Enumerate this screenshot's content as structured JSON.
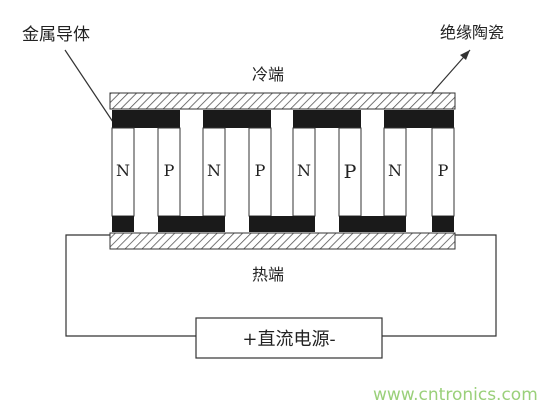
{
  "labels": {
    "metal_conductor": "金属导体",
    "insulating_ceramic": "绝缘陶瓷",
    "cold_end": "冷端",
    "hot_end": "热端",
    "dc_source": "+直流电源-"
  },
  "legs": [
    "N",
    "P",
    "N",
    "P",
    "N",
    "P",
    "N",
    "P"
  ],
  "watermark": "www.cntronics.com",
  "colors": {
    "hatch": "#555555",
    "metal": "#1a1a1a",
    "line": "#333333",
    "watermark": "#9ad07a"
  }
}
